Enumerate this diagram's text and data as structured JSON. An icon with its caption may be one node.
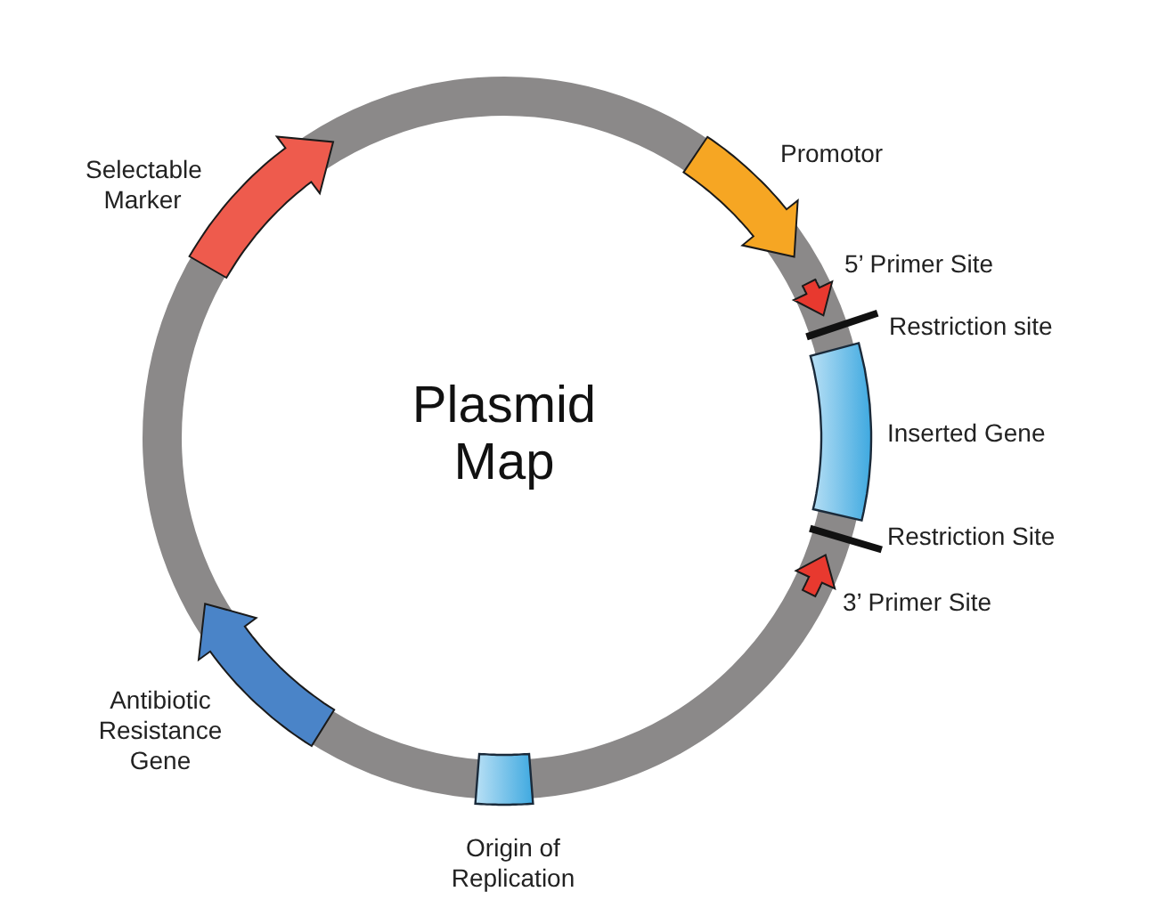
{
  "diagram": {
    "title": "Plasmid Map",
    "nodes": [
      {
        "text": [],
        "shape": "arrow",
        "beside": [
          "Selectable Marker"
        ]
      },
      {
        "text": [],
        "shape": "arrow",
        "beside": [
          "Promotor"
        ]
      },
      {
        "text": [],
        "shape": "arrow",
        "beside": [
          "5’ Primer Site"
        ]
      },
      {
        "text": [],
        "shape": "bar",
        "beside": [
          "Restriction site"
        ]
      },
      {
        "text": [],
        "shape": "box",
        "beside": [
          "Inserted Gene"
        ]
      },
      {
        "text": [],
        "shape": "bar",
        "beside": [
          "Restriction Site"
        ]
      },
      {
        "text": [],
        "shape": "arrow",
        "beside": [
          "3’ Primer Site"
        ]
      },
      {
        "text": [],
        "shape": "arrow",
        "beside": [
          "Antibiotic Resistance Gene"
        ]
      },
      {
        "text": [],
        "shape": "box",
        "beside": [
          "Origin of Replication"
        ]
      }
    ]
  }
}
